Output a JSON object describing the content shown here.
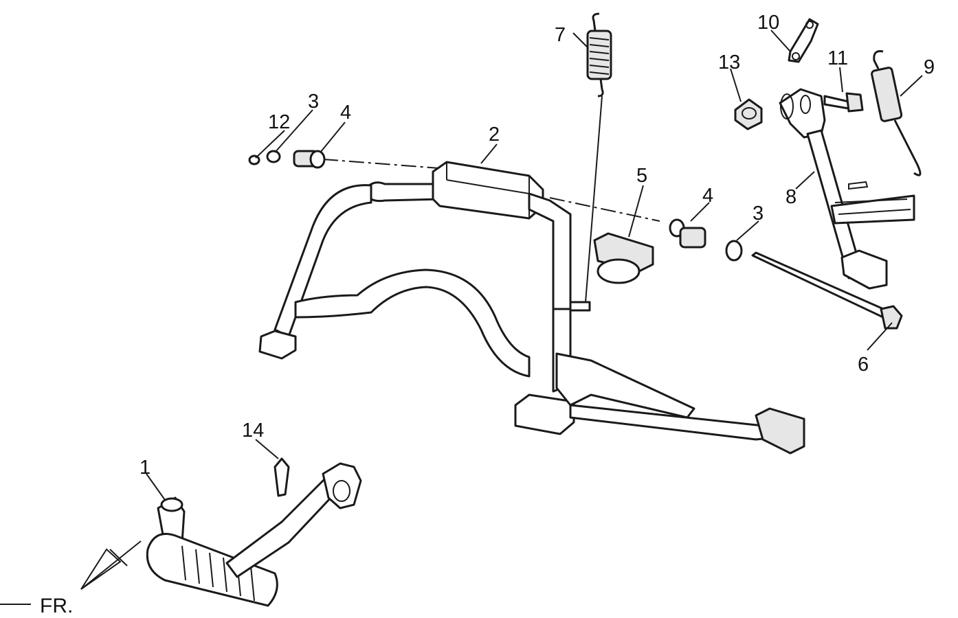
{
  "callouts": [
    {
      "id": "1",
      "label": "1"
    },
    {
      "id": "2",
      "label": "2"
    },
    {
      "id": "3a",
      "label": "3"
    },
    {
      "id": "3b",
      "label": "3"
    },
    {
      "id": "4a",
      "label": "4"
    },
    {
      "id": "4b",
      "label": "4"
    },
    {
      "id": "5",
      "label": "5"
    },
    {
      "id": "6",
      "label": "6"
    },
    {
      "id": "7",
      "label": "7"
    },
    {
      "id": "8",
      "label": "8"
    },
    {
      "id": "9",
      "label": "9"
    },
    {
      "id": "10",
      "label": "10"
    },
    {
      "id": "11",
      "label": "11"
    },
    {
      "id": "12",
      "label": "12"
    },
    {
      "id": "13",
      "label": "13"
    },
    {
      "id": "14",
      "label": "14"
    }
  ],
  "direction": {
    "label": "FR."
  }
}
